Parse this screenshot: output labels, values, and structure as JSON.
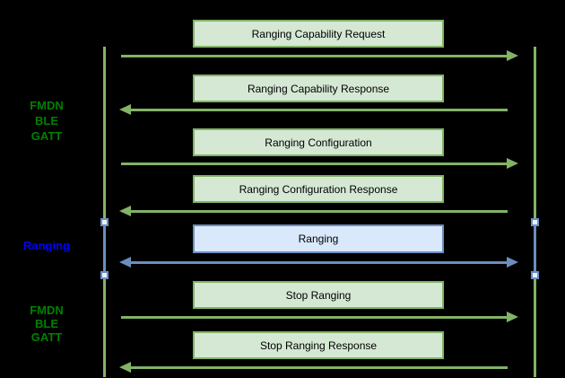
{
  "diagram": {
    "background_color": "#000000",
    "palette": {
      "green_box_fill": "#d5e8d4",
      "green_stroke": "#82b366",
      "blue_box_fill": "#dae8fc",
      "blue_stroke": "#6c8ebf",
      "green_label_text": "#008000",
      "blue_label_text": "#0000ff",
      "message_text": "#000000",
      "endpoint_marker_fill": "#e8f0fb"
    },
    "side_labels": {
      "top": {
        "line1": "FMDN",
        "line2": "BLE",
        "line3": "GATT"
      },
      "middle": {
        "line1": "Ranging"
      },
      "bottom": {
        "line1": "FMDN",
        "line2": "BLE",
        "line3": "GATT"
      }
    },
    "messages": [
      {
        "label": "Ranging Capability Request",
        "direction": "right",
        "color": "green"
      },
      {
        "label": "Ranging Capability Response",
        "direction": "left",
        "color": "green"
      },
      {
        "label": "Ranging Configuration",
        "direction": "right",
        "color": "green"
      },
      {
        "label": "Ranging Configuration Response",
        "direction": "left",
        "color": "green"
      },
      {
        "label": "Ranging",
        "direction": "both",
        "color": "blue"
      },
      {
        "label": "Stop Ranging",
        "direction": "right",
        "color": "green"
      },
      {
        "label": "Stop Ranging Response",
        "direction": "left",
        "color": "green"
      }
    ]
  }
}
